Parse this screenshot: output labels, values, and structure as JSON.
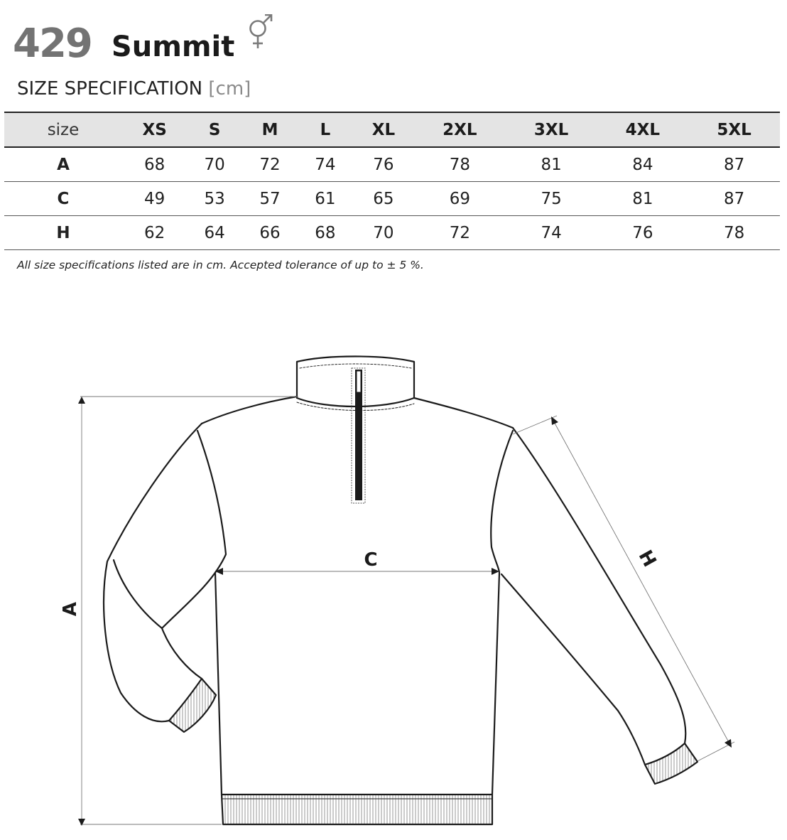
{
  "product": {
    "code": "429",
    "name": "Summit",
    "gender_symbol": "unisex-icon"
  },
  "spec": {
    "title": "SIZE SPECIFICATION",
    "unit": "[cm]"
  },
  "table": {
    "header_label": "size",
    "sizes": [
      "XS",
      "S",
      "M",
      "L",
      "XL",
      "2XL",
      "3XL",
      "4XL",
      "5XL"
    ],
    "rows": [
      {
        "label": "A",
        "values": [
          "68",
          "70",
          "72",
          "74",
          "76",
          "78",
          "81",
          "84",
          "87"
        ]
      },
      {
        "label": "C",
        "values": [
          "49",
          "53",
          "57",
          "61",
          "65",
          "69",
          "75",
          "81",
          "87"
        ]
      },
      {
        "label": "H",
        "values": [
          "62",
          "64",
          "66",
          "68",
          "70",
          "72",
          "74",
          "76",
          "78"
        ]
      }
    ]
  },
  "note": "All size specifications listed are in cm. Accepted tolerance of up to ± 5 %.",
  "diagram": {
    "label_a": "A",
    "label_c": "C",
    "label_h": "H"
  },
  "colors": {
    "code_gray": "#737373",
    "header_fill": "#e4e4e4",
    "ink": "#1b1b1b"
  }
}
